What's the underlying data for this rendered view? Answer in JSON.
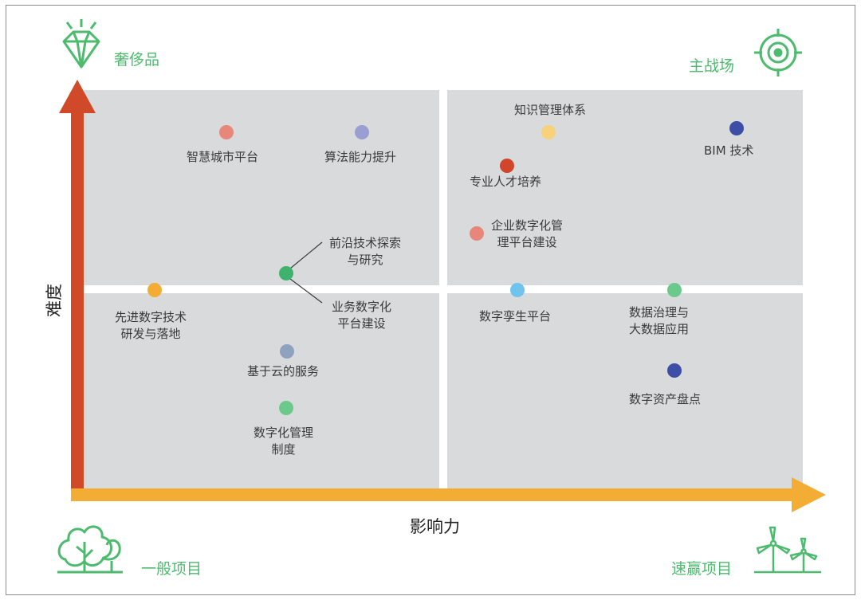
{
  "axes": {
    "y_title": "难度",
    "x_title": "影响力",
    "y_color": "#d04a2a",
    "x_color": "#f3ac34"
  },
  "quadrants": {
    "top_left": "奢侈品",
    "top_right": "主战场",
    "bottom_left": "一般项目",
    "bottom_right": "速赢项目"
  },
  "icons": {
    "top_left": "diamond-icon",
    "top_right": "target-icon",
    "bottom_left": "trees-icon",
    "bottom_right": "wind-turbines-icon"
  },
  "colors": {
    "icon_green": "#4dbb6e",
    "quadrant_bg": "#d9dadb"
  },
  "items": [
    {
      "label": "智慧城市平台",
      "color": "#e8867a"
    },
    {
      "label": "算法能力提升",
      "color": "#9a9ed2"
    },
    {
      "label": "知识管理体系",
      "color": "#f7d27a"
    },
    {
      "label": "BIM 技术",
      "color": "#3c4ea6"
    },
    {
      "label": "专业人才培养",
      "color": "#d0452b"
    },
    {
      "label": "企业数字化管\n理平台建设",
      "color": "#e8867a"
    },
    {
      "label": "前沿技术探索\n与研究",
      "color": "#3fb36d"
    },
    {
      "label": "业务数字化\n平台建设",
      "color": "#3fb36d"
    },
    {
      "label": "先进数字技术\n研发与落地",
      "color": "#f3ac34"
    },
    {
      "label": "数字孪生平台",
      "color": "#6ec4ec"
    },
    {
      "label": "数据治理与\n大数据应用",
      "color": "#6cc98c"
    },
    {
      "label": "基于云的服务",
      "color": "#8ea2bf"
    },
    {
      "label": "数字资产盘点",
      "color": "#3c4ea6"
    },
    {
      "label": "数字化管理\n制度",
      "color": "#6cc98c"
    }
  ]
}
